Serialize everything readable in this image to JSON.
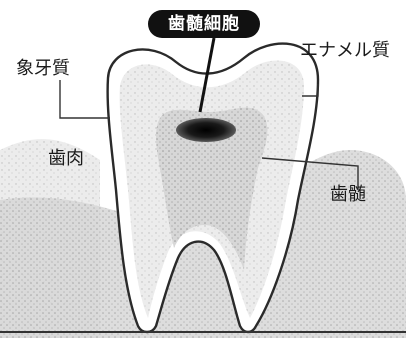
{
  "labels": {
    "callout": "歯髄細胞",
    "dentin": "象牙質",
    "enamel": "エナメル質",
    "gum": "歯肉",
    "pulp": "歯髄"
  }
}
